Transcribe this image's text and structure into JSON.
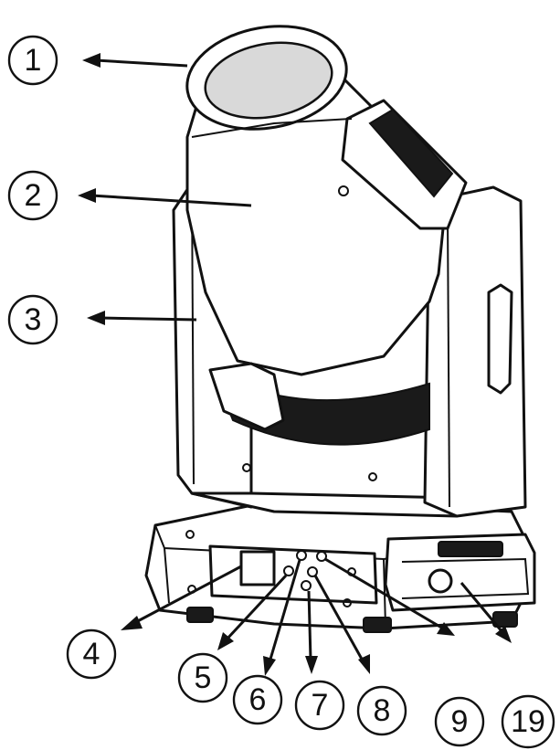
{
  "callouts": [
    {
      "id": "c1",
      "label": "1"
    },
    {
      "id": "c2",
      "label": "2"
    },
    {
      "id": "c3",
      "label": "3"
    },
    {
      "id": "c4",
      "label": "4"
    },
    {
      "id": "c5",
      "label": "5"
    },
    {
      "id": "c6",
      "label": "6"
    },
    {
      "id": "c7",
      "label": "7"
    },
    {
      "id": "c8",
      "label": "8"
    },
    {
      "id": "c9",
      "label": "9"
    },
    {
      "id": "c19",
      "label": "19"
    }
  ],
  "colors": {
    "line": "#111111",
    "background": "#ffffff",
    "dark_fill": "#1a1a1a"
  }
}
